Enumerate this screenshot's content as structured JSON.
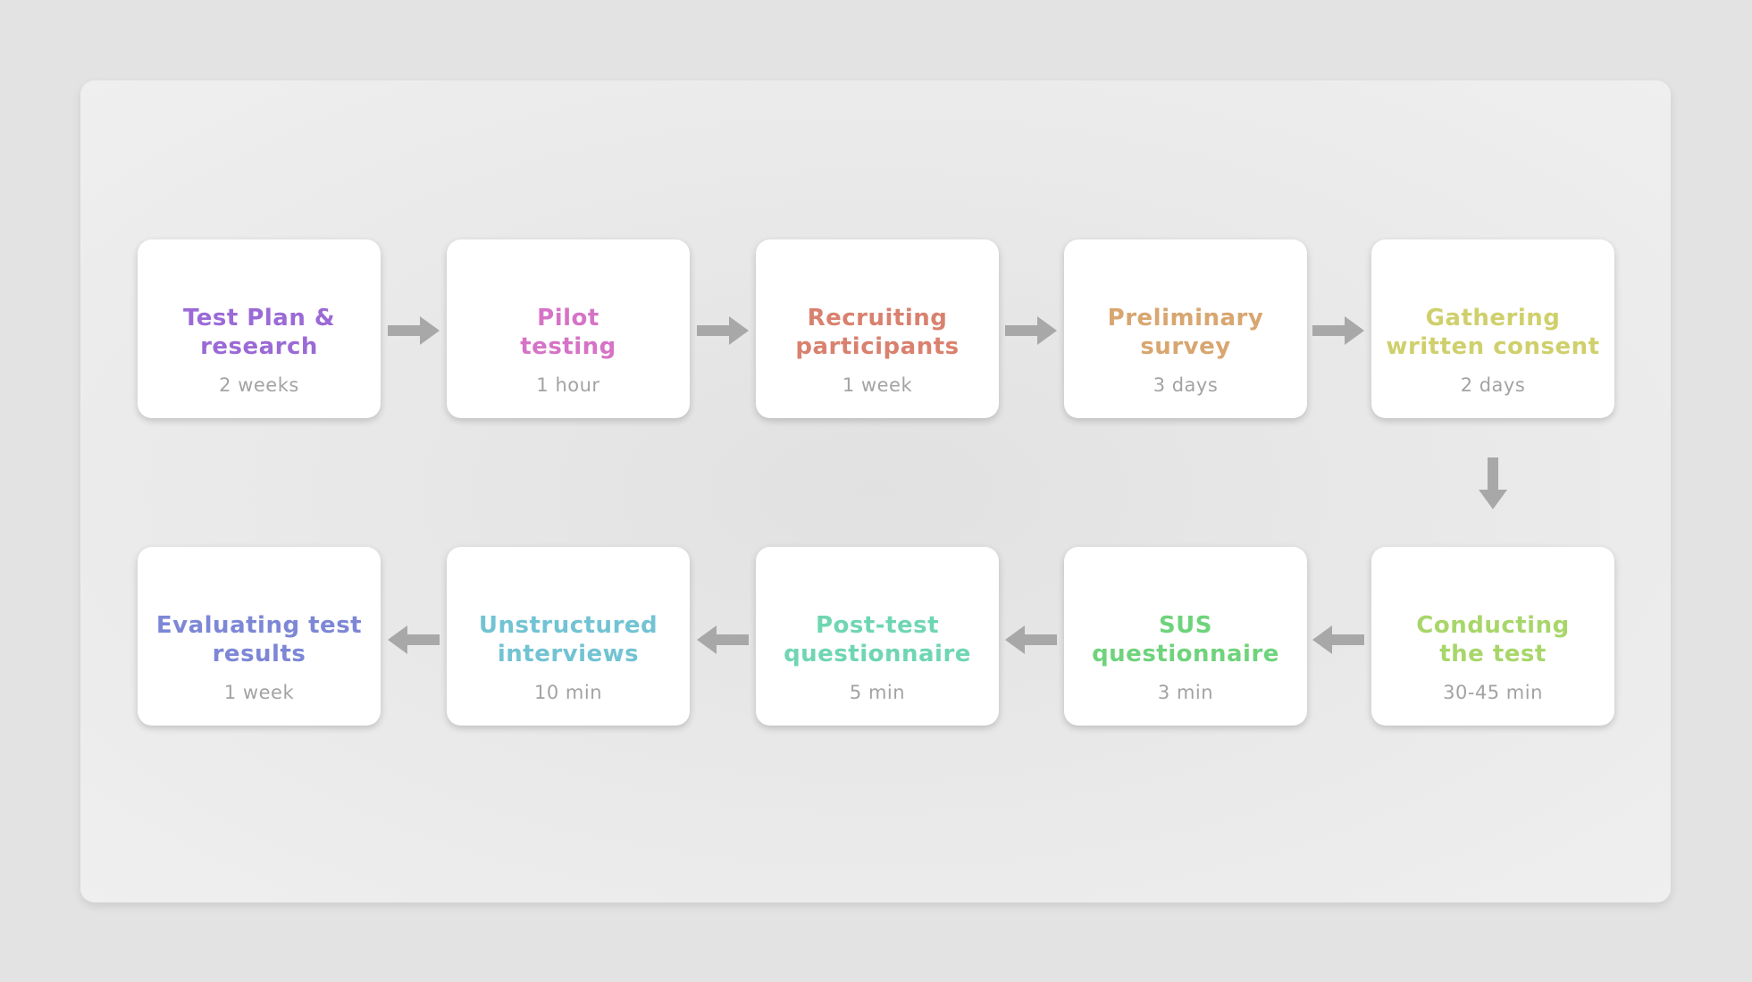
{
  "colors": {
    "arrow": "#a8a8a8",
    "duration": "#a3a3a3",
    "card": "#ffffff"
  },
  "steps": [
    {
      "title": "Test Plan &\nresearch",
      "duration": "2 weeks",
      "color": "#9b6ad6"
    },
    {
      "title": "Pilot\ntesting",
      "duration": "1 hour",
      "color": "#d673c6"
    },
    {
      "title": "Recruiting\nparticipants",
      "duration": "1 week",
      "color": "#d9816f"
    },
    {
      "title": "Preliminary\nsurvey",
      "duration": "3 days",
      "color": "#d8a670"
    },
    {
      "title": "Gathering\nwritten consent",
      "duration": "2 days",
      "color": "#cfd06c"
    },
    {
      "title": "Conducting\nthe test",
      "duration": "30-45 min",
      "color": "#a8d66a"
    },
    {
      "title": "SUS\nquestionnaire",
      "duration": "3 min",
      "color": "#6fd37c"
    },
    {
      "title": "Post-test\nquestionnaire",
      "duration": "5 min",
      "color": "#6fd6b2"
    },
    {
      "title": "Unstructured\ninterviews",
      "duration": "10 min",
      "color": "#72c3d3"
    },
    {
      "title": "Evaluating test\nresults",
      "duration": "1 week",
      "color": "#7d87d6"
    }
  ]
}
